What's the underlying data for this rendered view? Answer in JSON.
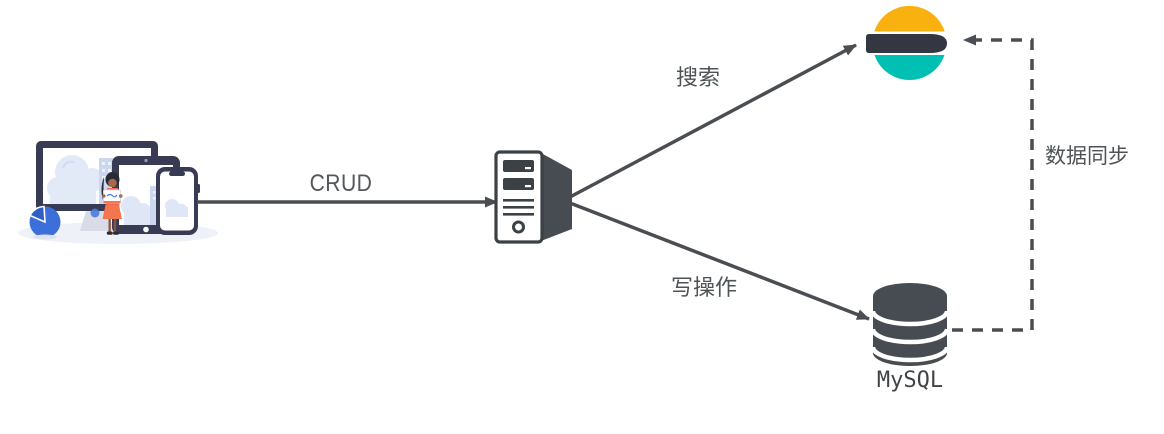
{
  "diagram": {
    "background": "#ffffff",
    "labels": {
      "crud": "CRUD",
      "search": "搜索",
      "write": "写操作",
      "sync": "数据同步",
      "mysql": "MySQL"
    },
    "nodes": [
      {
        "id": "client",
        "icon": "client-devices-illustration",
        "label": ""
      },
      {
        "id": "server",
        "icon": "server-tower-icon",
        "label": ""
      },
      {
        "id": "elasticsearch",
        "icon": "elasticsearch-logo",
        "label": ""
      },
      {
        "id": "mysql",
        "icon": "database-cylinder-icon",
        "label": "MySQL"
      }
    ],
    "edges": [
      {
        "from": "client",
        "to": "server",
        "label": "CRUD",
        "style": "solid"
      },
      {
        "from": "server",
        "to": "elasticsearch",
        "label": "搜索",
        "style": "solid"
      },
      {
        "from": "server",
        "to": "mysql",
        "label": "写操作",
        "style": "solid"
      },
      {
        "from": "mysql",
        "to": "elasticsearch",
        "label": "数据同步",
        "style": "dashed"
      }
    ],
    "colors": {
      "arrow": "#4a4e52",
      "label_text": "#4e5356",
      "elastic_yellow": "#f9b110",
      "elastic_dark": "#343741",
      "elastic_teal": "#00bfb3",
      "server_side_gray": "#474c52",
      "server_outline": "#3c4146",
      "mysql_gray": "#474c52",
      "device_frame": "#393a54",
      "screen_light_blue": "#dfe7f6",
      "building_blue": "#ccd7ef",
      "accent_blue": "#3d6fdb",
      "person_coral": "#f0684f",
      "person_skirt": "#f4764f",
      "ground": "#eef1f8"
    }
  }
}
